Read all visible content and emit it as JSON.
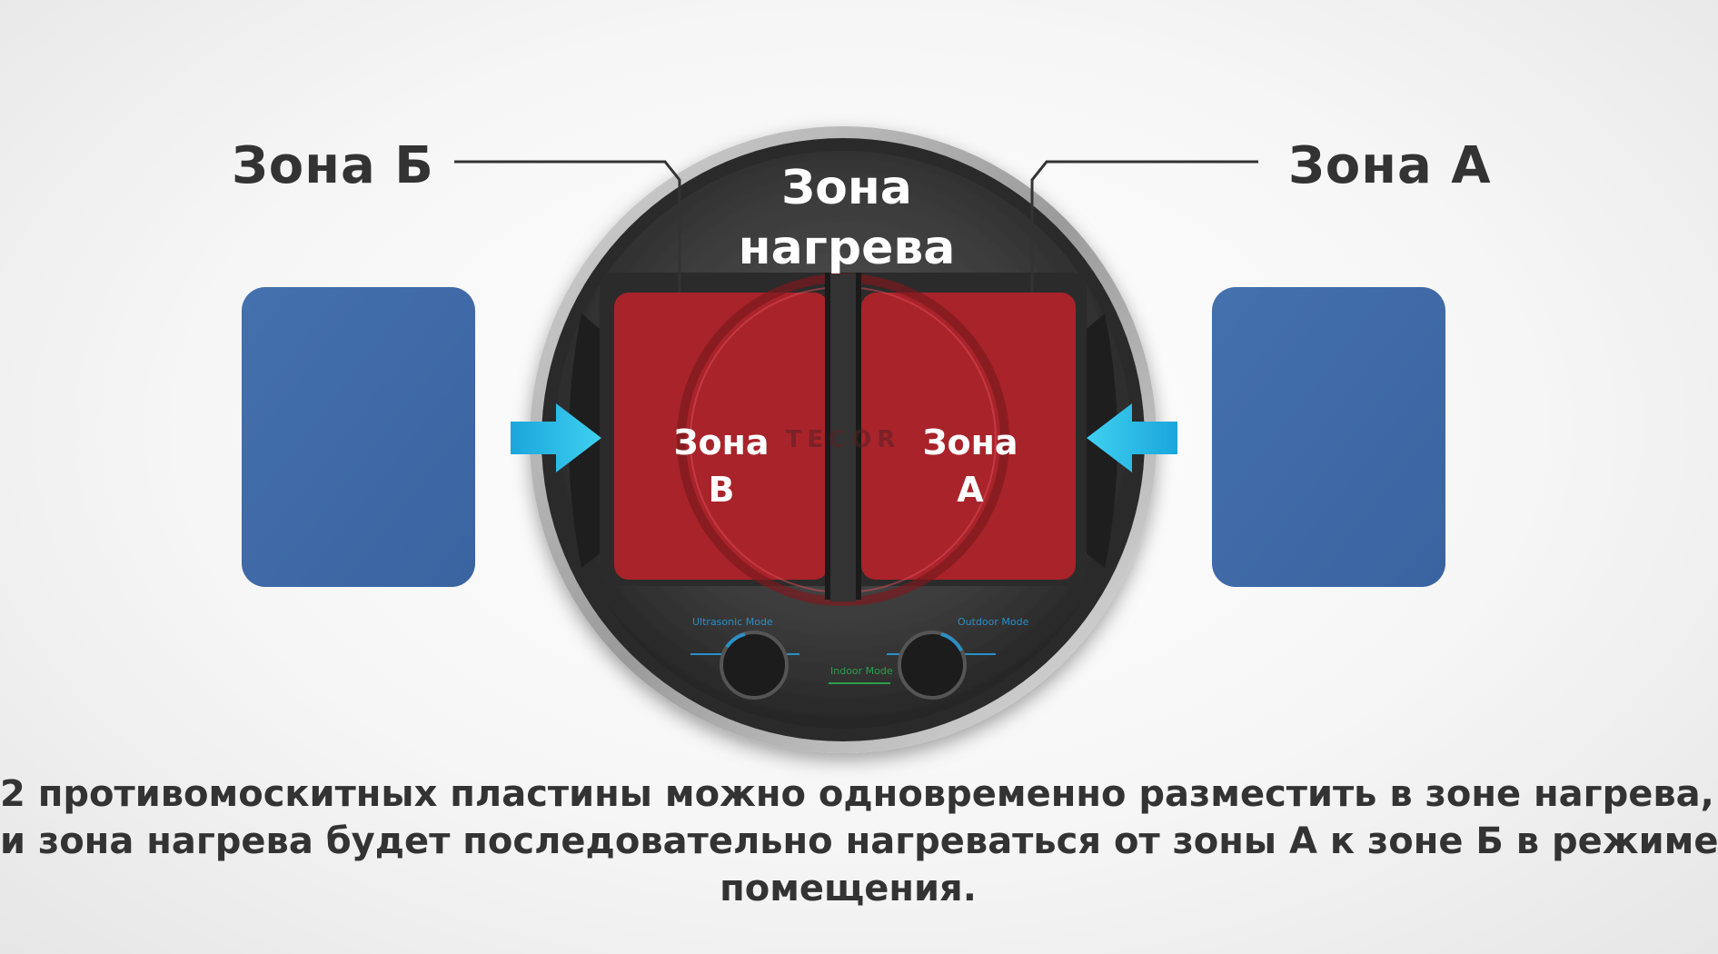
{
  "labels": {
    "zone_b": "Зона Б",
    "zone_a": "Зона А",
    "heating_zone_line1": "Зона",
    "heating_zone_line2": "нагрева",
    "inner_zone_left_line1": "Зона",
    "inner_zone_left_line2": "В",
    "inner_zone_right_line1": "Зона",
    "inner_zone_right_line2": "А"
  },
  "device": {
    "brand": "TECOR",
    "mode_left": "Ultrasonic Mode",
    "mode_right": "Outdoor Mode",
    "mode_center": "Indoor Mode"
  },
  "colors": {
    "plate_blue": "#3f6aa8",
    "heating_red": "#c0222a",
    "arrow_cyan": "#1fb6e6",
    "device_body": "#3e3e3e"
  },
  "caption": {
    "line1": "2 противомоскитных пластины можно одновременно разместить в зоне нагрева,",
    "line2": "и зона нагрева будет последовательно нагреваться от зоны А к зоне Б в режиме",
    "line3": "помещения."
  }
}
